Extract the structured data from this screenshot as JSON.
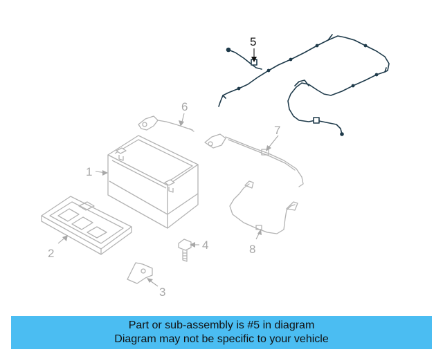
{
  "diagram": {
    "callouts": {
      "c1": "1",
      "c2": "2",
      "c3": "3",
      "c4": "4",
      "c5": "5",
      "c6": "6",
      "c7": "7",
      "c8": "8"
    },
    "highlighted_part": "5"
  },
  "banner": {
    "line1": "Part or sub-assembly is #5 in diagram",
    "line2": "Diagram may not be specific to your vehicle"
  },
  "colors": {
    "banner_bg": "#4bbdf2",
    "highlight": "#1e3a4a",
    "faded_part": "#b3b3b3"
  }
}
